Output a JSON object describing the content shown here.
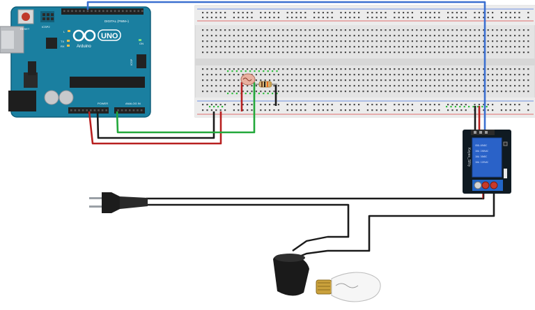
{
  "arduino": {
    "brand": "Arduino",
    "model": "UNO",
    "reset_label": "RESET",
    "icsp_label": "ICSP2",
    "digital_label": "DIGITAL (PWM~)",
    "on_label": "ON",
    "l_label": "L",
    "tx_label": "TX",
    "rx_label": "RX",
    "power_label": "POWER",
    "analog_label": "ANALOG IN",
    "icsp1_label": "ICSP",
    "board_color": "#1a7fa0"
  },
  "relay": {
    "brand": "Keyes_SRly",
    "board_color": "#0f1a22",
    "block_color": "#2a62c8"
  },
  "wires": {
    "blue": "#3b6fd0",
    "red": "#b82020",
    "green": "#22a83a",
    "black": "#1a1a1a"
  }
}
